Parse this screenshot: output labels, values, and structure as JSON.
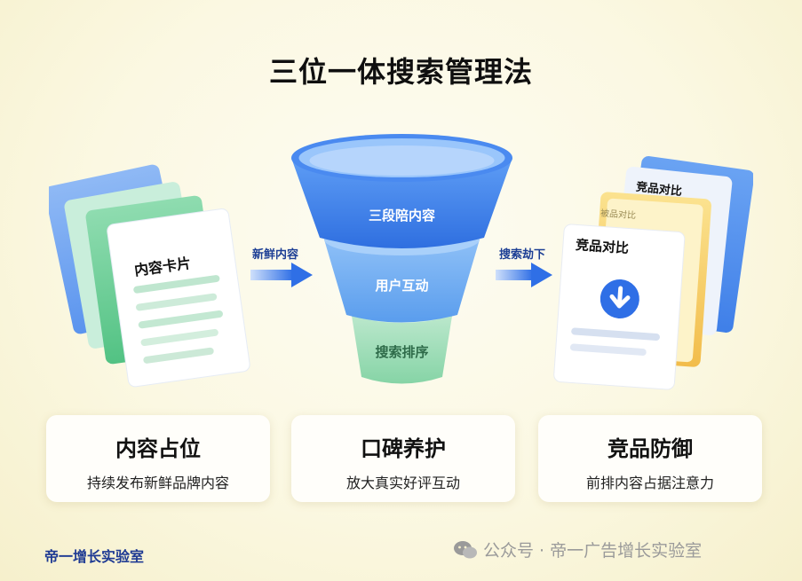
{
  "title": "三位一体搜索管理法",
  "left_doc": {
    "label": "内容卡片"
  },
  "arrow_left": {
    "label": "新鲜内容"
  },
  "funnel": {
    "tiers": [
      "三段陪内容",
      "用户互动",
      "搜索排序"
    ]
  },
  "arrow_right": {
    "label": "搜索劫下"
  },
  "right_doc": {
    "back_label": "竞品对比",
    "mid_label": "被品对比",
    "front_label": "竞品对比"
  },
  "cards": [
    {
      "heading": "内容占位",
      "sub": "持续发布新鲜品牌内容"
    },
    {
      "heading": "口碑养护",
      "sub": "放大真实好评互动"
    },
    {
      "heading": "竞品防御",
      "sub": "前排内容占据注意力"
    }
  ],
  "footer": {
    "brand": "帝一增长实验室",
    "watermark": "公众号 · 帝一广告增长实验室"
  },
  "colors": {
    "blue": "#3d7ff0",
    "green": "#5dc98c",
    "yellow": "#f6c65a",
    "title": "#0f0f0f"
  }
}
